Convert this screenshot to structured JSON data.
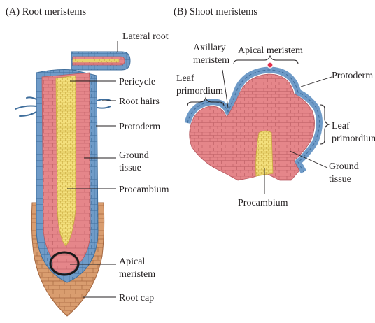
{
  "panel_a": {
    "title": "(A)  Root meristems",
    "labels": {
      "lateral_root": "Lateral root",
      "pericycle": "Pericycle",
      "root_hairs": "Root hairs",
      "protoderm": "Protoderm",
      "ground_tissue_1": "Ground",
      "ground_tissue_2": "tissue",
      "procambium": "Procambium",
      "apical_meristem_1": "Apical",
      "apical_meristem_2": "meristem",
      "root_cap": "Root cap"
    }
  },
  "panel_b": {
    "title": "(B)  Shoot meristems",
    "labels": {
      "axillary_meristem_1": "Axillary",
      "axillary_meristem_2": "meristem",
      "apical_meristem": "Apical meristem",
      "leaf_primordium_left_1": "Leaf",
      "leaf_primordium_left_2": "primordium",
      "protoderm": "Protoderm",
      "leaf_primordium_right_1": "Leaf",
      "leaf_primordium_right_2": "primordium",
      "ground_tissue_1": "Ground",
      "ground_tissue_2": "tissue",
      "procambium": "Procambium"
    }
  },
  "colors": {
    "protoderm": "#6f9bc8",
    "protoderm_stroke": "#3f6e9c",
    "ground_tissue": "#e5868a",
    "ground_tissue_stroke": "#b85a61",
    "procambium": "#f3df7c",
    "procambium_stroke": "#c9a93e",
    "root_cap": "#d99d6f",
    "root_cap_stroke": "#a5673f",
    "meristem_ring": "#1a1a1a",
    "cursor_dot": "#e2304f"
  }
}
